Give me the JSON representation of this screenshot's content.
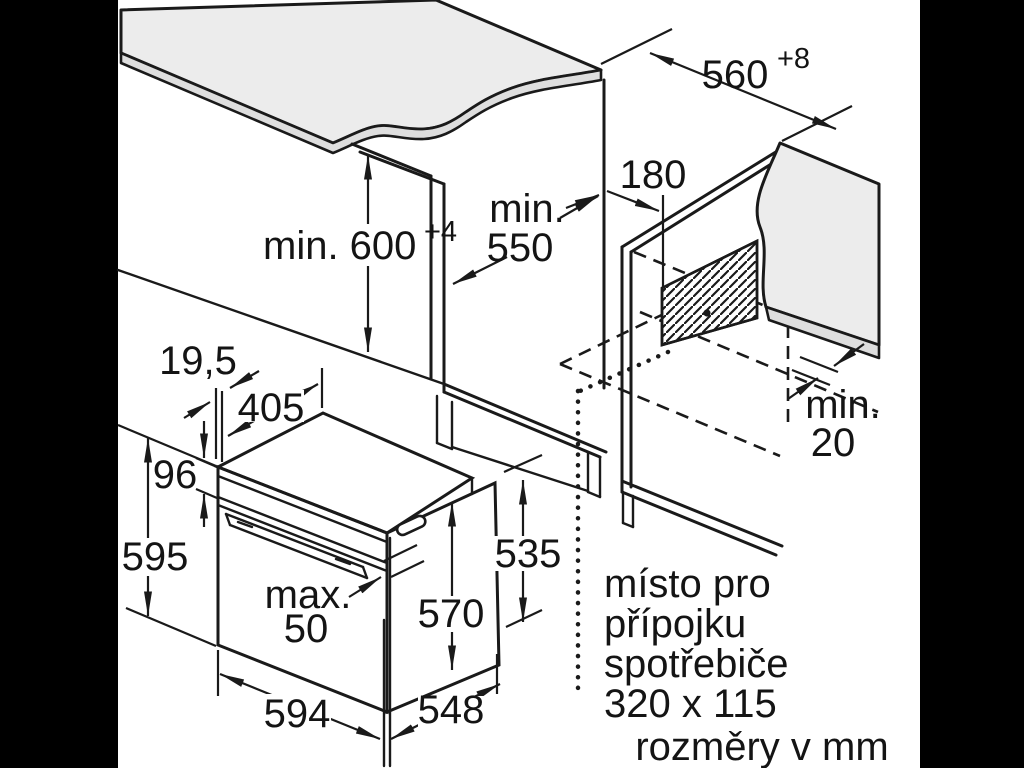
{
  "colors": {
    "frame_background": "#000000",
    "canvas_background": "#ffffff",
    "line_color": "#1a1a1a",
    "cut_surface_grey": "#ececec"
  },
  "dimensions": {
    "niche_width": {
      "value": "560",
      "tolerance": "+8"
    },
    "worktop_height": {
      "value": "min. 600",
      "tolerance": "+4"
    },
    "niche_depth": {
      "line1": "min.",
      "line2": "550"
    },
    "connection_setback": {
      "value": "180"
    },
    "rear_gap": {
      "line1": "min.",
      "line2": "20"
    },
    "door_overhang": {
      "value": "19,5"
    },
    "top_depth": {
      "value": "405"
    },
    "control_panel_height": {
      "value": "96"
    },
    "front_height": {
      "value": "595"
    },
    "handle_depth": {
      "line1": "max.",
      "line2": "50"
    },
    "front_width": {
      "value": "594"
    },
    "body_depth": {
      "value": "548"
    },
    "cavity_height": {
      "value": "570"
    },
    "rear_height": {
      "value": "535"
    }
  },
  "labels": {
    "connection_note": [
      "místo pro",
      "přípojku",
      "spotřebiče",
      "320 x 115"
    ],
    "units_note": "rozměry v mm"
  }
}
